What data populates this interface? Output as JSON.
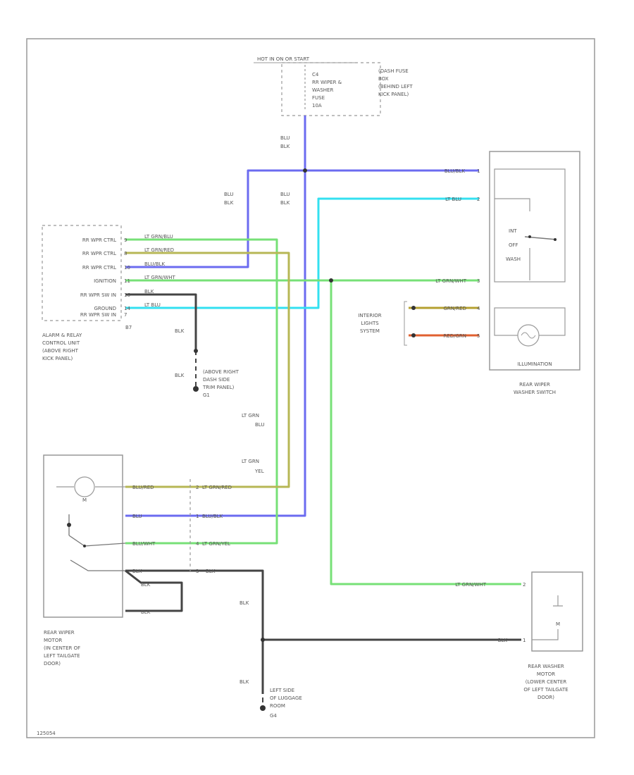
{
  "page": {
    "footer_code": "125054"
  },
  "fuse_block": {
    "hot_label": "HOT IN ON OR START",
    "fuse_lines": [
      "C4",
      "RR WIPER &",
      "WASHER",
      "FUSE",
      "10A"
    ],
    "location_lines": [
      "(DASH FUSE",
      "BOX",
      "(BEHIND LEFT",
      "KICK PANEL)"
    ]
  },
  "control_unit": {
    "pins": [
      "RR WPR CTRL",
      "RR WPR CTRL",
      "RR WPR CTRL",
      "IGNITION",
      "RR WPR SW IN",
      "GROUND",
      "RR WPR SW IN"
    ],
    "pin_numbers": [
      "9",
      "8",
      "10",
      "11",
      "16",
      "14",
      "7"
    ],
    "wire_labels": [
      "LT GRN/BLU",
      "LT GRN/RED",
      "BLU/BLK",
      "LT GRN/WHT",
      "BLK",
      "LT BLU",
      "LT BLU"
    ],
    "connector_id": "B7",
    "name_lines": [
      "ALARM & RELAY",
      "CONTROL UNIT",
      "(ABOVE RIGHT",
      "KICK PANEL)"
    ]
  },
  "ground_right": {
    "wire_top": "BLK",
    "wire_bottom": "BLK",
    "location_lines": [
      "(ABOVE RIGHT",
      "DASH SIDE",
      "TRIM PANEL)"
    ],
    "id": "G1"
  },
  "vertical_labels": {
    "blu_blk_top": [
      "BLU",
      "BLK"
    ],
    "blu_blk_left": [
      "BLU",
      "BLK"
    ],
    "blu_blk_mid": [
      "BLU",
      "BLK"
    ],
    "lt_grn_blu": [
      "LT GRN",
      "BLU"
    ],
    "lt_grn_yel": [
      "LT GRN",
      "YEL"
    ],
    "blk_lower": "BLK",
    "blk_bottom": "BLK"
  },
  "switch": {
    "wire_labels": [
      "BLU/BLK",
      "LT BLU",
      "LT GRN/WHT",
      "GRN/RED",
      "RED/GRN"
    ],
    "pins": [
      "1",
      "2",
      "3",
      "4",
      "5"
    ],
    "positions": [
      "INT",
      "OFF",
      "WASH"
    ],
    "illumination": "ILLUMINATION",
    "name_lines": [
      "REAR WIPER",
      "WASHER SWITCH"
    ],
    "interior_lights_lines": [
      "INTERIOR",
      "LIGHTS",
      "SYSTEM"
    ]
  },
  "wiper_motor": {
    "motor_symbol": "M",
    "left_wire_labels": [
      "BLU/RED",
      "BLU",
      "BLU/WHT",
      "BLK",
      "BLK",
      "BLK"
    ],
    "right_wire_labels": [
      "LT GRN/RED",
      "BLU/BLK",
      "LT GRN/YEL",
      "BLK"
    ],
    "pins_left": [
      "2",
      "1",
      "4",
      "3"
    ],
    "name_lines": [
      "REAR WIPER",
      "MOTOR",
      "(IN CENTER OF",
      "LEFT TAILGATE",
      "DOOR)"
    ]
  },
  "washer_motor": {
    "wire_labels": [
      "LT GRN/WHT",
      "BLK"
    ],
    "pins": [
      "2",
      "1"
    ],
    "motor_symbol": "M",
    "name_lines": [
      "REAR WASHER",
      "MOTOR",
      "(LOWER CENTER",
      "OF LEFT TAILGATE",
      "DOOR)"
    ]
  },
  "ground_bottom": {
    "location_lines": [
      "LEFT SIDE",
      "OF LUGGAGE",
      "ROOM"
    ],
    "id": "G4"
  },
  "colors": {
    "blu_blk": "#6b6bf0",
    "lt_blu": "#33e0f0",
    "lt_grn": "#77e077",
    "lt_grn_red": "#b7b755",
    "blk": "#444444",
    "grn_red": "#b5a030",
    "red_grn": "#e06030",
    "border": "#999999"
  }
}
